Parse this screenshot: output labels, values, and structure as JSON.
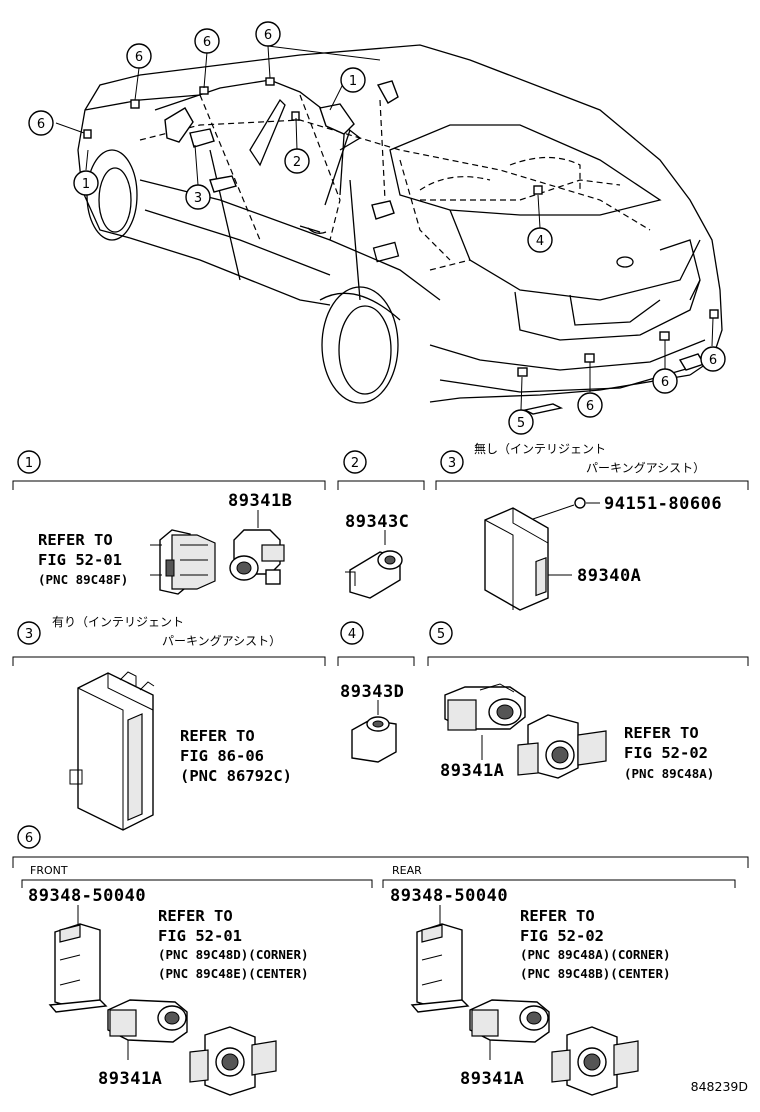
{
  "callouts": {
    "c1": "1",
    "c2": "2",
    "c3": "3",
    "c4": "4",
    "c5": "5",
    "c6": "6"
  },
  "sections": {
    "s1": {
      "num": "1",
      "part_number": "89341B",
      "refer": [
        "REFER TO",
        "FIG 52-01",
        "(PNC 89C48F)"
      ]
    },
    "s2": {
      "num": "2",
      "part_number": "89343C"
    },
    "s3a": {
      "num": "3",
      "note": [
        "無し（インテリジェント",
        "パーキングアシスト）"
      ],
      "bolt": "94151-80606",
      "part_number": "89340A"
    },
    "s3b": {
      "num": "3",
      "note": [
        "有り（インテリジェント",
        "パーキングアシスト）"
      ],
      "refer": [
        "REFER TO",
        "FIG 86-06",
        "(PNC 86792C)"
      ]
    },
    "s4": {
      "num": "4",
      "part_number": "89343D"
    },
    "s5": {
      "num": "5",
      "part_number": "89341A",
      "refer": [
        "REFER TO",
        "FIG 52-02",
        "(PNC 89C48A)"
      ]
    },
    "s6": {
      "num": "6",
      "front": {
        "label": "FRONT",
        "retainer": "89348-50040",
        "sensor": "89341A",
        "refer": [
          "REFER TO",
          "FIG 52-01",
          "(PNC 89C48D)(CORNER)",
          "(PNC 89C48E)(CENTER)"
        ]
      },
      "rear": {
        "label": "REAR",
        "retainer": "89348-50040",
        "sensor": "89341A",
        "refer": [
          "REFER TO",
          "FIG 52-02",
          "(PNC 89C48A)(CORNER)",
          "(PNC 89C48B)(CENTER)"
        ]
      }
    }
  },
  "diagram_code": "848239D"
}
